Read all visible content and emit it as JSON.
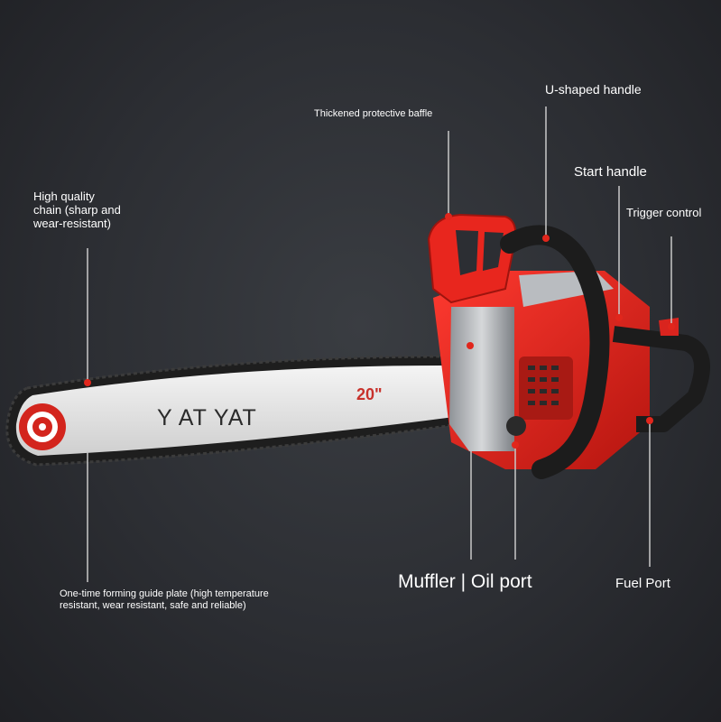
{
  "labels": {
    "chain": "High quality\nchain (sharp and\nwear-resistant)",
    "baffle": "Thickened protective baffle",
    "u_handle": "U-shaped handle",
    "start_handle": "Start handle",
    "trigger": "Trigger control",
    "guide_plate": "One-time forming guide plate (high temperature\nresistant, wear resistant, safe and reliable)",
    "muffler_oil": "Muffler | Oil port",
    "fuel_port": "Fuel Port"
  },
  "bar_text": {
    "brand": "Y AT YAT",
    "size": "20\""
  },
  "colors": {
    "background": "#2c2e33",
    "body_red": "#d9241e",
    "bar_silver": "#e6e6e6",
    "marker_red": "#e1261c"
  }
}
